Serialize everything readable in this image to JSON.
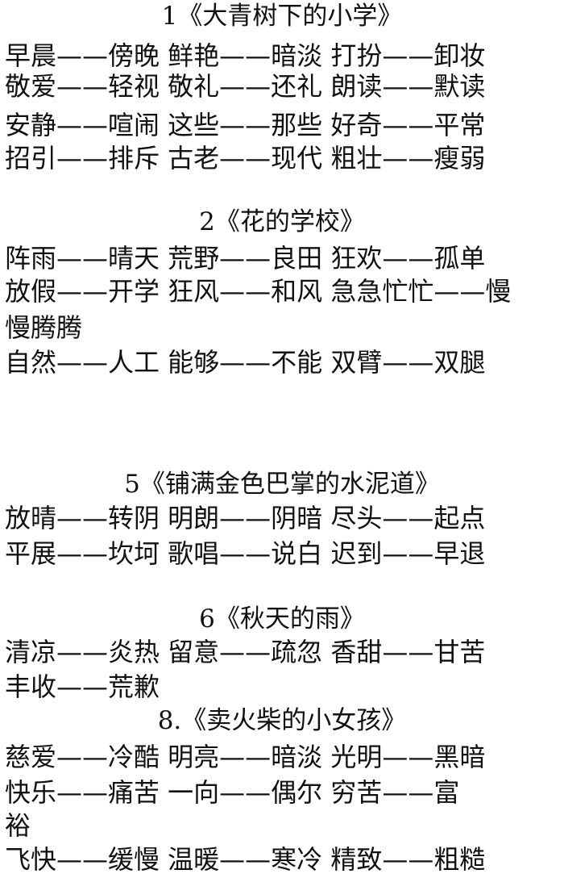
{
  "sections": [
    {
      "title": "1《大青树下的小学》",
      "lines": [
        "早晨——傍晚 鲜艳——暗淡 打扮——卸妆",
        "敬爱——轻视 敬礼——还礼 朗读——默读",
        "安静——喧闹 这些——那些 好奇——平常",
        "招引——排斥 古老——现代 粗壮——瘦弱"
      ]
    },
    {
      "title": "2《花的学校》",
      "lines": [
        "阵雨——晴天 荒野——良田 狂欢——孤单",
        "放假——开学 狂风——和风 急急忙忙——慢",
        "慢腾腾",
        "自然——人工 能够——不能 双臂——双腿"
      ]
    },
    {
      "title": "5《铺满金色巴掌的水泥道》",
      "lines": [
        "放晴——转阴 明朗——阴暗 尽头——起点",
        "平展——坎坷 歌唱——说白 迟到——早退"
      ]
    },
    {
      "title": "6《秋天的雨》",
      "lines": [
        "清凉——炎热 留意——疏忽 香甜——甘苦",
        "丰收——荒歉"
      ]
    },
    {
      "title": "8.《卖火柴的小女孩》",
      "lines": [
        "慈爱——冷酷  明亮——暗淡  光明——黑暗",
        "快乐——痛苦  一向——偶尔  穷苦——富",
        "裕",
        "飞快——缓慢  温暖——寒冷  精致——粗糙"
      ]
    }
  ]
}
